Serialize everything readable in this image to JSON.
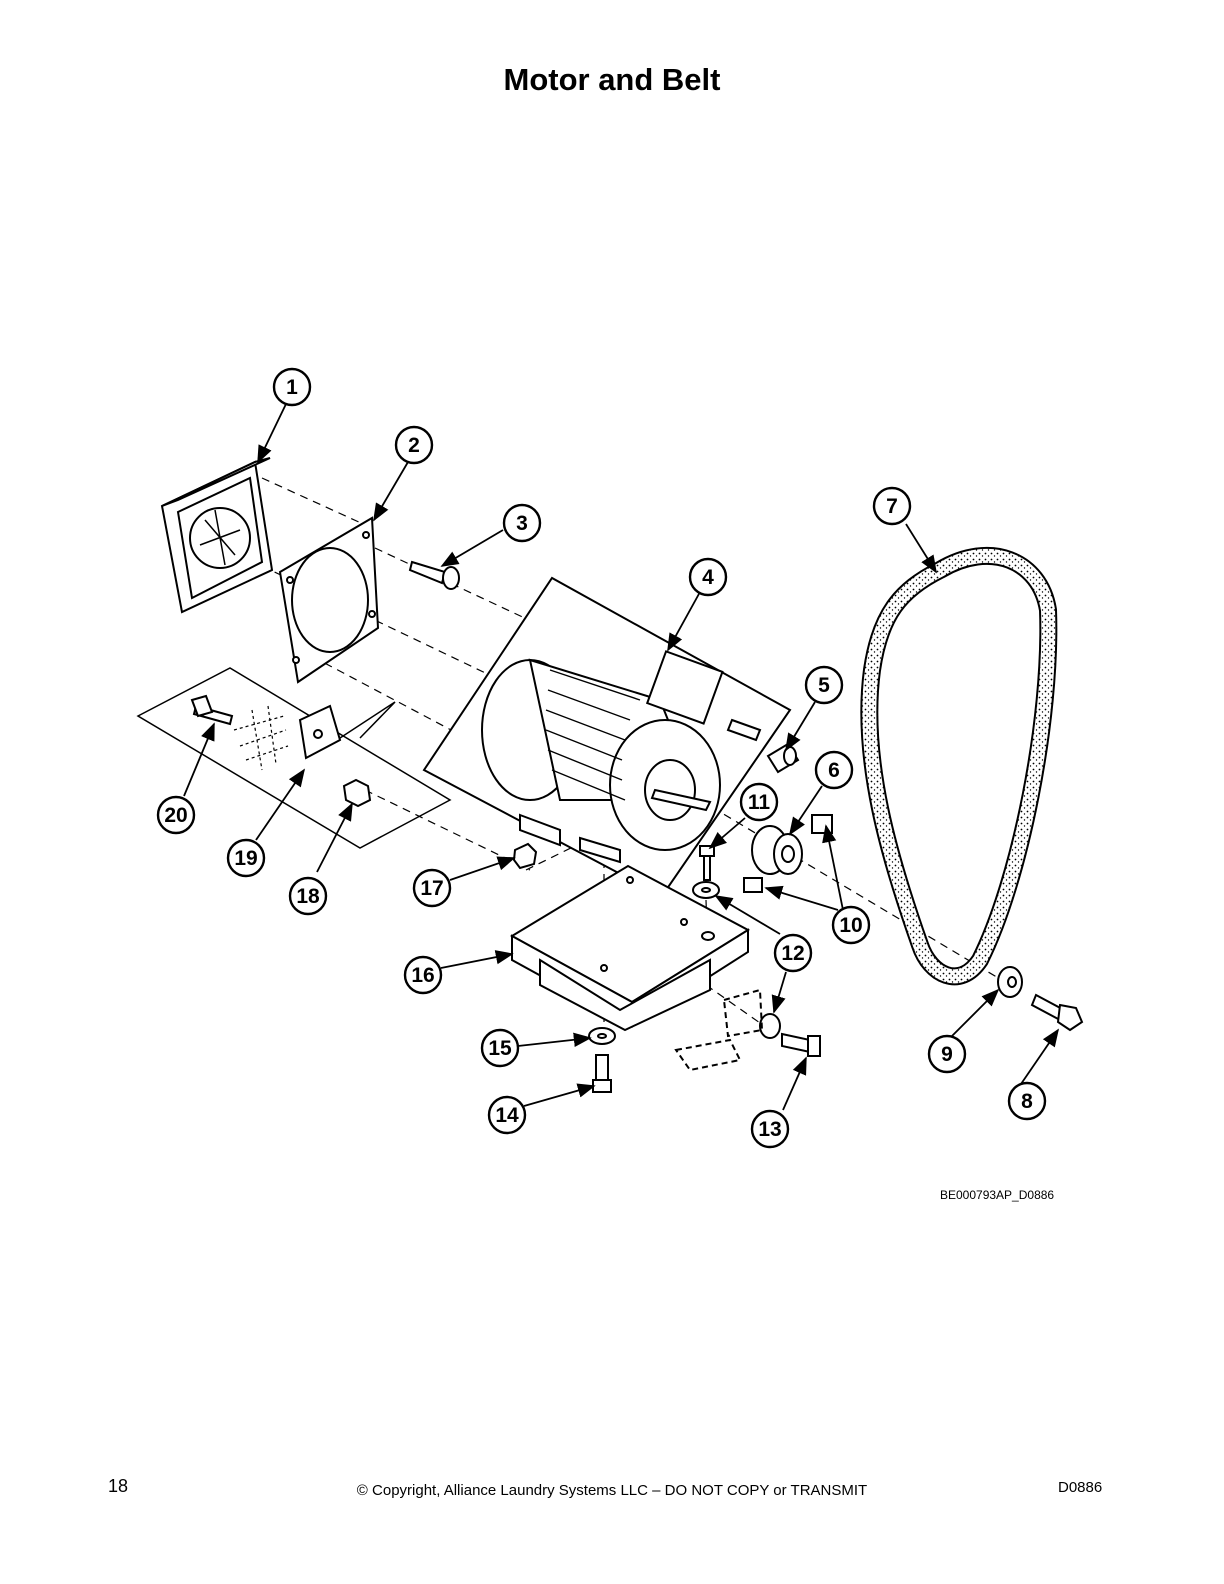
{
  "title": "Motor and Belt",
  "figure_id": "BE000793AP_D0886",
  "footer": {
    "page_number": "18",
    "copyright": "© Copyright, Alliance Laundry Systems LLC – DO NOT COPY or TRANSMIT",
    "doc_code": "D0886"
  },
  "callouts": [
    {
      "label": "1"
    },
    {
      "label": "2"
    },
    {
      "label": "3"
    },
    {
      "label": "4"
    },
    {
      "label": "5"
    },
    {
      "label": "6"
    },
    {
      "label": "7"
    },
    {
      "label": "8"
    },
    {
      "label": "9"
    },
    {
      "label": "10"
    },
    {
      "label": "11"
    },
    {
      "label": "12"
    },
    {
      "label": "13"
    },
    {
      "label": "14"
    },
    {
      "label": "15"
    },
    {
      "label": "16"
    },
    {
      "label": "17"
    },
    {
      "label": "18"
    },
    {
      "label": "19"
    },
    {
      "label": "20"
    }
  ]
}
